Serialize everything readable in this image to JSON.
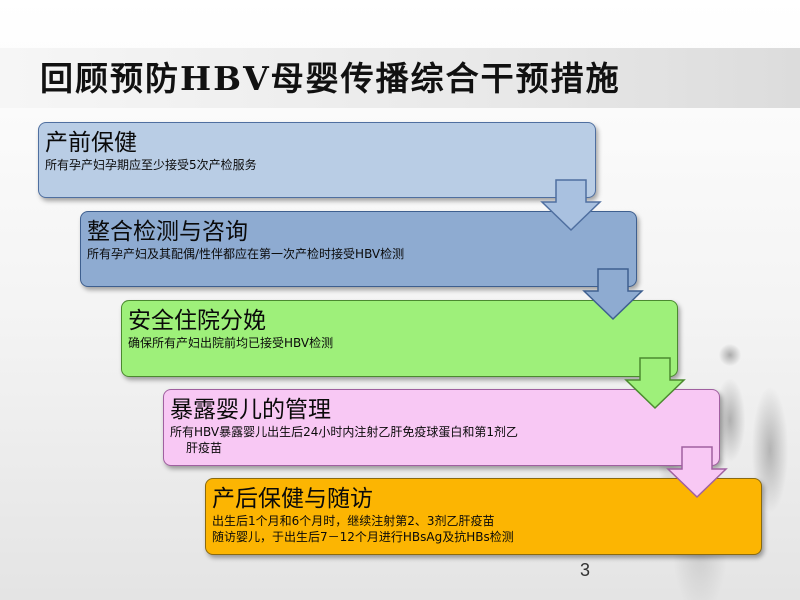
{
  "slide": {
    "title": "回顾预防HBV母婴传播综合干预措施",
    "page_number": "3",
    "steps": [
      {
        "heading": "产前保健",
        "lines": [
          "所有孕产妇孕期应至少接受5次产检服务"
        ],
        "fill": "#b9cde5",
        "border": "#4f6fa0"
      },
      {
        "heading": "整合检测与咨询",
        "lines": [
          "所有孕产妇及其配偶/性伴都应在第一次产检时接受HBV检测"
        ],
        "fill": "#8eabd1",
        "border": "#3e5f8f"
      },
      {
        "heading": "安全住院分娩",
        "lines": [
          "确保所有产妇出院前均已接受HBV检测"
        ],
        "fill": "#9ef07a",
        "border": "#4b8a2f"
      },
      {
        "heading": "暴露婴儿的管理",
        "lines": [
          "所有HBV暴露婴儿出生后24小时内注射乙肝免疫球蛋白和第1剂乙",
          "肝疫苗"
        ],
        "fill": "#f8c8f4",
        "border": "#a060a0"
      },
      {
        "heading": "产后保健与随访",
        "lines": [
          "出生后1个月和6个月时，继续注射第2、3剂乙肝疫苗",
          "随访婴儿，于出生后7－12个月进行HBsAg及抗HBs检测"
        ],
        "fill": "#fcb502",
        "border": "#8a6a10"
      }
    ]
  }
}
